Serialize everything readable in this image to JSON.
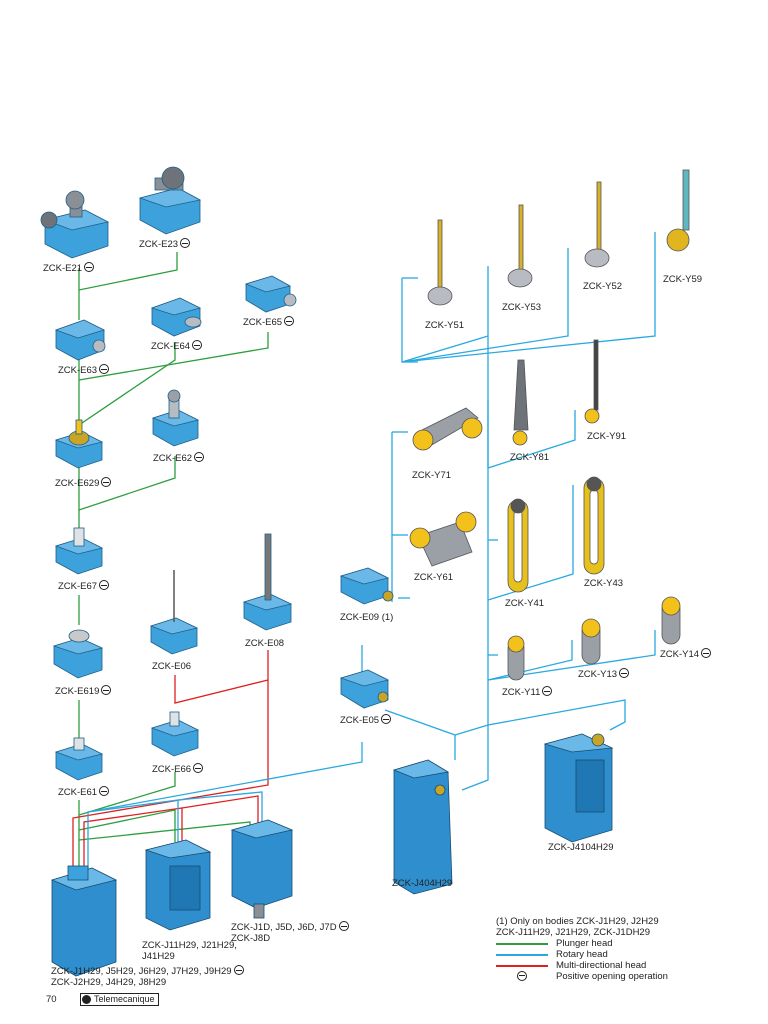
{
  "colors": {
    "plunger": "#2e9d3e",
    "rotary": "#29a9e0",
    "multi": "#e02020",
    "body_blue": "#2f8fce",
    "head_blue": "#3da1dc",
    "arm_grey": "#8a8f96",
    "roller_yellow": "#f2c21b"
  },
  "labels": {
    "e21": "ZCK-E21",
    "e23": "ZCK-E23",
    "e63": "ZCK-E63",
    "e64": "ZCK-E64",
    "e65": "ZCK-E65",
    "e629": "ZCK-E629",
    "e62": "ZCK-E62",
    "e67": "ZCK-E67",
    "e619": "ZCK-E619",
    "e61": "ZCK-E61",
    "e66": "ZCK-E66",
    "e06": "ZCK-E06",
    "e08": "ZCK-E08",
    "e09": "ZCK-E09 (1)",
    "e05": "ZCK-E05",
    "y51": "ZCK-Y51",
    "y53": "ZCK-Y53",
    "y52": "ZCK-Y52",
    "y59": "ZCK-Y59",
    "y71": "ZCK-Y71",
    "y81": "ZCK-Y81",
    "y91": "ZCK-Y91",
    "y61": "ZCK-Y61",
    "y41": "ZCK-Y41",
    "y43": "ZCK-Y43",
    "y11": "ZCK-Y11",
    "y13": "ZCK-Y13",
    "y14": "ZCK-Y14",
    "j404": "ZCK-J404H29",
    "j4104": "ZCK-J4104H29",
    "j11_1": "ZCK-J11H29,  J21H29,",
    "j11_2": "J41H29",
    "j1d_1": "ZCK-J1D, J5D, J6D, J7D",
    "j1d_2": "ZCK-J8D",
    "j1_1": "ZCK-J1H29, J5H29, J6H29, J7H29, J9H29",
    "j1_2": "ZCK-J2H29, J4H29, J8H29"
  },
  "legend": {
    "note_1": "(1) Only on bodies ZCK-J1H29, J2H29",
    "note_2": "ZCK-J11H29, J21H29, ZCK-J1DH29",
    "plunger": "Plunger head",
    "rotary": "Rotary head",
    "multi": "Multi-directional head",
    "positive": "Positive opening operation"
  },
  "footer": {
    "page": "70",
    "brand": "Telemecanique"
  }
}
